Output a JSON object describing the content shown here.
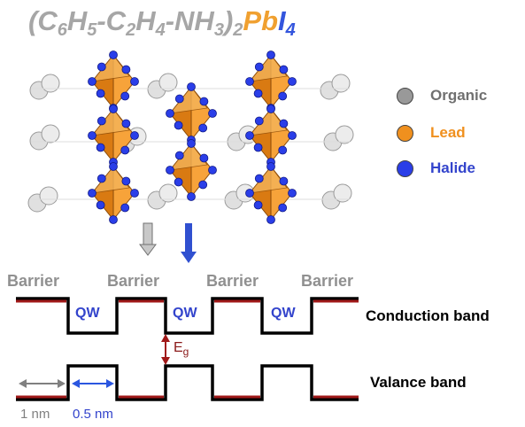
{
  "formula": {
    "open": "(C",
    "s1": "6",
    "h1": "H",
    "s2": "5",
    "m1": "-C",
    "s3": "2",
    "h2": "H",
    "s4": "4",
    "m2": "-NH",
    "s5": "3",
    "close": ")",
    "s6": "2",
    "pb": "Pb",
    "i": "I",
    "s7": "4"
  },
  "legend": [
    {
      "label": "Organic",
      "color": "#999999",
      "text_color": "#707070"
    },
    {
      "label": "Lead",
      "color": "#f0901e",
      "text_color": "#f0901e"
    },
    {
      "label": "Halide",
      "color": "#2a3ee8",
      "text_color": "#3344cc"
    }
  ],
  "barrier_labels": [
    "Barrier",
    "Barrier",
    "Barrier",
    "Barrier"
  ],
  "qw_labels": [
    "QW",
    "QW",
    "QW"
  ],
  "band_labels": {
    "conduction": "Conduction band",
    "valence": "Valance band"
  },
  "gap_label": {
    "main": "E",
    "sub": "g"
  },
  "dimensions": {
    "barrier_width": "1 nm",
    "well_width": "0.5 nm"
  },
  "colors": {
    "barrier_arrow": "#a0a0a0",
    "well_arrow": "#3050d0",
    "band_edge": "#a01818",
    "band_line": "#000000",
    "octahedron": "#f0901e"
  }
}
